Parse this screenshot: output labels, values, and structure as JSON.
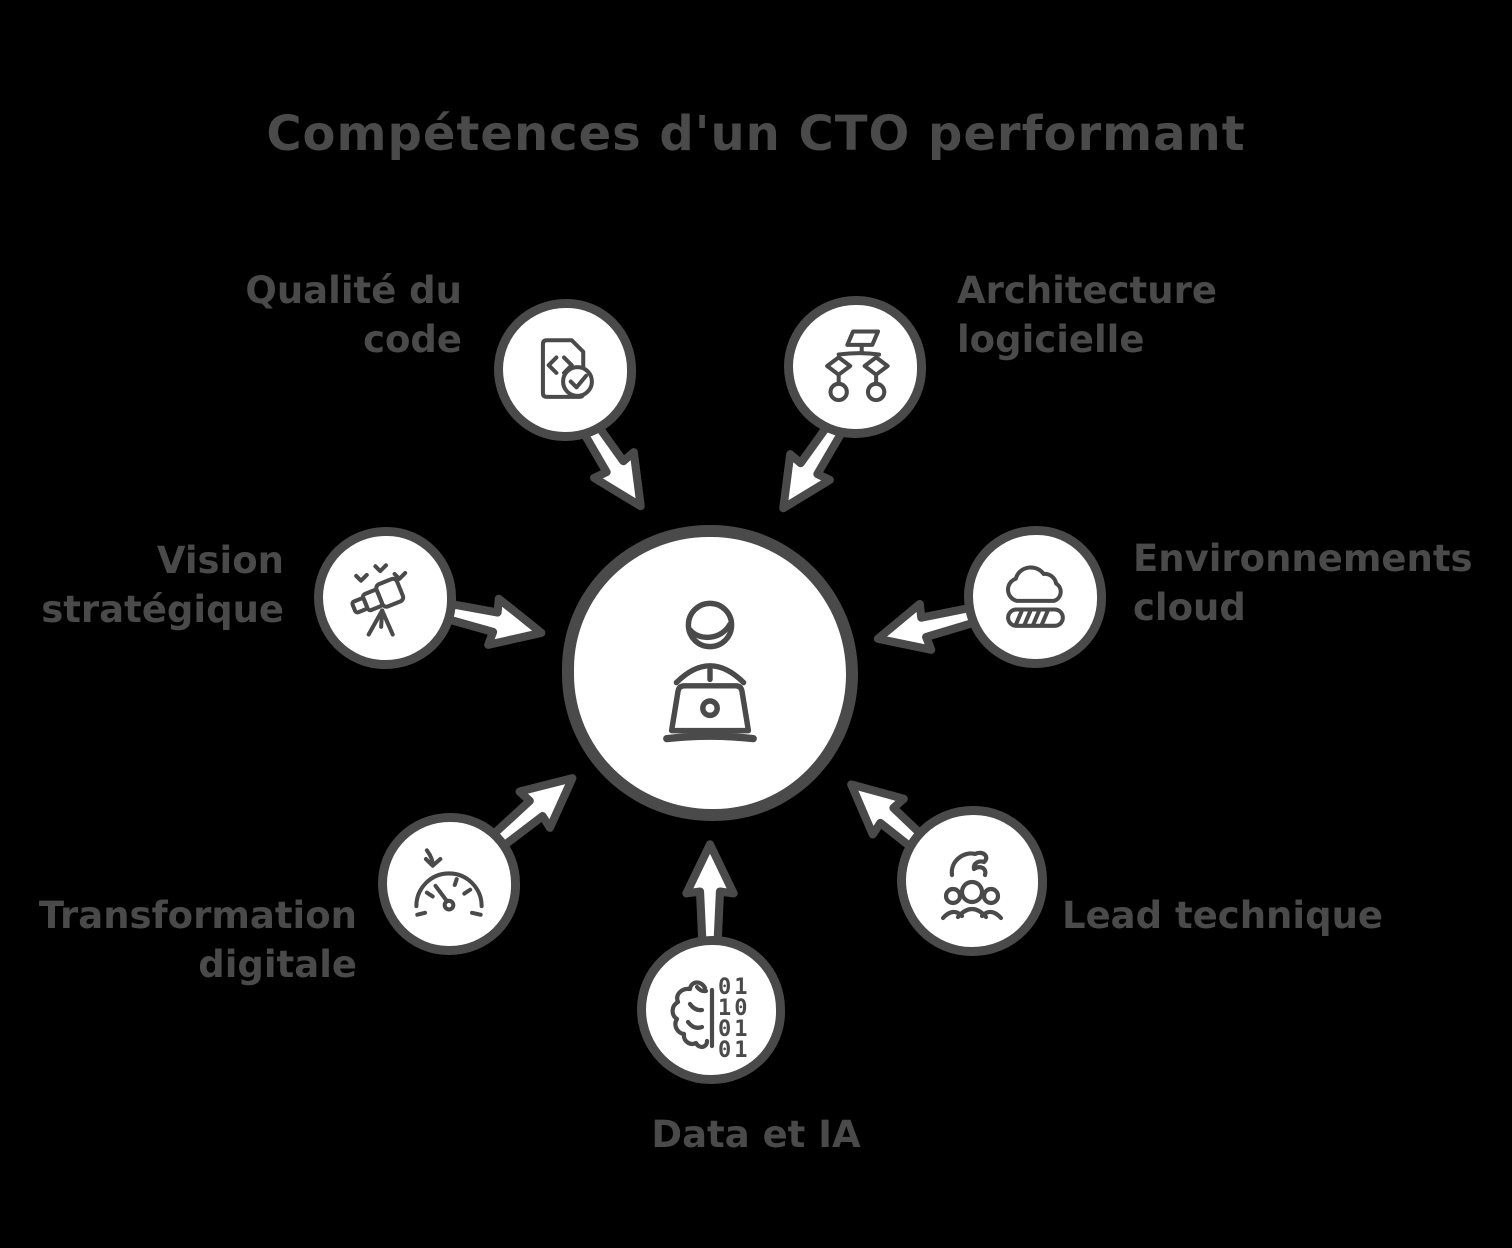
{
  "title": "Compétences d'un CTO performant",
  "colors": {
    "background": "#000000",
    "ink": "#4a4a4a",
    "fill": "#ffffff"
  },
  "center": {
    "icon": "person-at-laptop-icon"
  },
  "nodes": [
    {
      "id": "code-quality",
      "icon": "code-document-check-icon",
      "lines": [
        "Qualité du",
        "code"
      ]
    },
    {
      "id": "software-architecture",
      "icon": "flowchart-icon",
      "lines": [
        "Architecture",
        "logicielle"
      ]
    },
    {
      "id": "strategic-vision",
      "icon": "telescope-icon",
      "lines": [
        "Vision",
        "stratégique"
      ]
    },
    {
      "id": "cloud-environments",
      "icon": "cloud-progress-icon",
      "lines": [
        "Environnements",
        "cloud"
      ]
    },
    {
      "id": "digital-transformation",
      "icon": "speedometer-icon",
      "lines": [
        "Transformation",
        "digitale"
      ]
    },
    {
      "id": "data-ai",
      "icon": "brain-binary-icon",
      "lines": [
        "Data et IA"
      ],
      "binary": [
        "01",
        "10",
        "01",
        "01"
      ]
    },
    {
      "id": "tech-lead",
      "icon": "team-hand-icon",
      "lines": [
        "Lead technique"
      ]
    }
  ]
}
